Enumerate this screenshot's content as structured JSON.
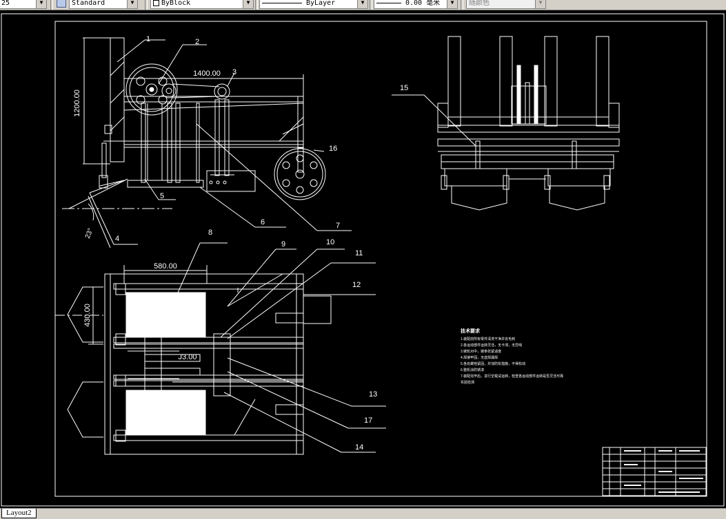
{
  "toolbar": {
    "dimstyle_value": "25",
    "textstyle_value": "Standard",
    "color_value": "ByBlock",
    "linetype_value": "ByLayer",
    "lineweight_value": "0.00 毫米",
    "plotstyle_value": "随颜色"
  },
  "drawing": {
    "dims": {
      "height_side": "1200.00",
      "length_side": "1400.00",
      "width_plan": "580.00",
      "height_plan": "430.00",
      "inner_plan": "J3.00",
      "angle": "23°"
    },
    "callouts": [
      "1",
      "2",
      "3",
      "4",
      "5",
      "6",
      "7",
      "8",
      "9",
      "10",
      "11",
      "12",
      "13",
      "14",
      "15",
      "16",
      "17"
    ],
    "notes_title": "技术要求",
    "notes": [
      "1.装配前所有零件清洗干净并去毛刺",
      "2.各运动部件运转灵活，无卡滞，无异响",
      "3.链轮对中，链条张紧适度",
      "4.焊接牢固，无虚焊漏焊",
      "5.各处螺栓紧固，并加防松措施，不得松动",
      "6.整机涂防锈漆",
      "7.装配完毕后，进行空载试运转，检查各运动部件运转是否灵活可靠",
      "实验检测"
    ]
  },
  "tabs": [
    "Layout2"
  ]
}
